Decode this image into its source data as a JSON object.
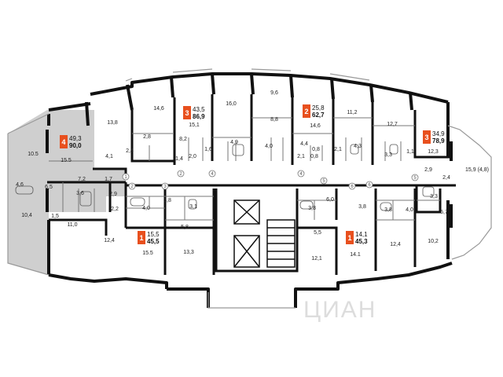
{
  "colors": {
    "wall": "#111111",
    "thin_wall": "#777777",
    "highlight_fill": "#cfcfcf",
    "badge_fill": "#e8501e",
    "balcony_line": "#999999"
  },
  "watermark": "ЦИАН",
  "apartments": [
    {
      "rooms": "4",
      "living": "49,3",
      "total": "90,0",
      "highlighted": true
    },
    {
      "rooms": "3",
      "living": "43,5",
      "total": "86,9",
      "highlighted": false
    },
    {
      "rooms": "2",
      "living": "25,8",
      "total": "62,7",
      "highlighted": false
    },
    {
      "rooms": "3",
      "living": "34,9",
      "total": "78,9",
      "highlighted": false
    },
    {
      "rooms": "1",
      "living": "15,5",
      "total": "45,5",
      "highlighted": false
    },
    {
      "rooms": "1",
      "living": "14,1",
      "total": "45,3",
      "highlighted": false
    }
  ],
  "room_areas": [
    "10.5",
    "15.5",
    "4,6",
    "6,5",
    "3,6",
    "1,7",
    "7,2",
    "2,9",
    "10,4",
    "1,5",
    "11,0",
    "2,2",
    "12,4",
    "13,8",
    "2,4",
    "4,1",
    "14,6",
    "2,8",
    "8,2",
    "1,4",
    "2,0",
    "1,6",
    "4,9",
    "16,0",
    "15,1",
    "9,6",
    "8,8",
    "4,0",
    "4,4",
    "2,1",
    "0,8",
    "0,8",
    "2,1",
    "11,2",
    "14,6",
    "4,3",
    "12,7",
    "3,3",
    "1,1",
    "12,3",
    "2,9",
    "15,9 (4,8)",
    "2,4",
    "3,3",
    "5,7",
    "4,0",
    "3,8",
    "3,1",
    "5,8",
    "15.5",
    "13,3",
    "3,8",
    "6,0",
    "3,8",
    "3,8",
    "4,0",
    "5,5",
    "12,1",
    "14.1",
    "12,4",
    "10,2"
  ],
  "entrance_markers": [
    "1",
    "2",
    "2",
    "3",
    "4",
    "4",
    "5",
    "6",
    "6",
    "5"
  ]
}
